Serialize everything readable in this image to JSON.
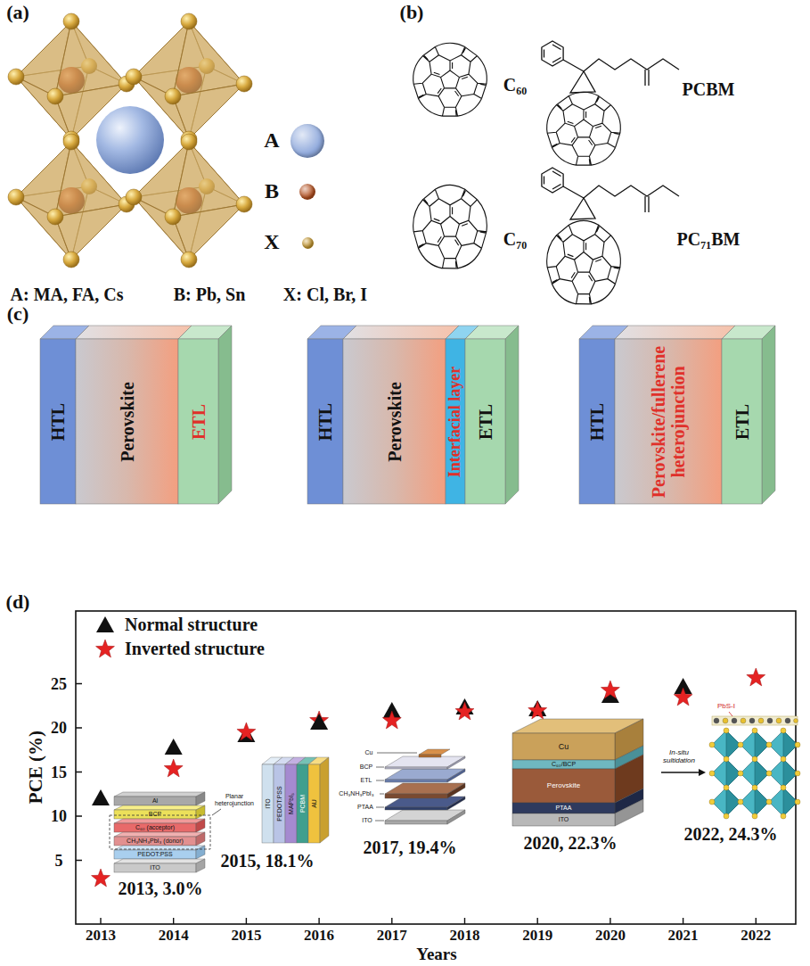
{
  "diagram": {
    "nodes": [
      {
        "text": [
          "HTL"
        ]
      },
      {
        "text": [
          "Perovskite"
        ]
      },
      {
        "text": [
          "ETL"
        ]
      },
      {
        "text": [
          "HTL"
        ]
      },
      {
        "text": [
          "Perovskite"
        ]
      },
      {
        "text": [
          "Interfacial layer"
        ]
      },
      {
        "text": [
          "ETL"
        ]
      },
      {
        "text": [
          "HTL"
        ]
      },
      {
        "text": [
          "Perovskite/fullerene heterojunction"
        ]
      },
      {
        "text": [
          "ETL"
        ]
      }
    ],
    "labels": [
      "(a)",
      "A: MA, FA, Cs",
      "B: Pb, Sn",
      "X: Cl, Br, I",
      "(b)",
      "C₆₀",
      "PCBM",
      "C₇₀",
      "PC₇₁BM",
      "(c)",
      "(d)",
      "PCE (%)",
      "5",
      "10",
      "15",
      "20",
      "25",
      "2013",
      "2014",
      "2015",
      "2016",
      "2017",
      "2018",
      "2019",
      "2020",
      "2021",
      "2022",
      "Years",
      "Al",
      "BCP",
      "C₆₀ (acceptor)",
      "CH₃NH₃PbI₃ (donor)",
      "PEDOT:PSS",
      "ITO",
      "Planar heterojunction",
      "2013, 3.0%",
      "ITO",
      "PEDOT:PSS",
      "MAPbI₃",
      "PCBM",
      "AU",
      "2015, 18.1%",
      "Cu",
      "BCP",
      "ETL",
      "CH₃NH₃PbI₃",
      "PTAA",
      "ITO",
      "2017, 19.4%",
      "Cu",
      "C₆₀/BCP",
      "Perovskite",
      "PTAA",
      "ITO",
      "2020, 22.3%",
      "PbS-I",
      "In-situ sultidation",
      "2022, 24.3%"
    ],
    "legend": [
      {
        "text": "A",
        "color": "#8fa9dc"
      },
      {
        "text": "B",
        "color": "#b5501f"
      },
      {
        "text": "X",
        "color": "#c99a2e"
      },
      {
        "text": "Normal structure"
      },
      {
        "text": "Inverted structure"
      }
    ]
  }
}
